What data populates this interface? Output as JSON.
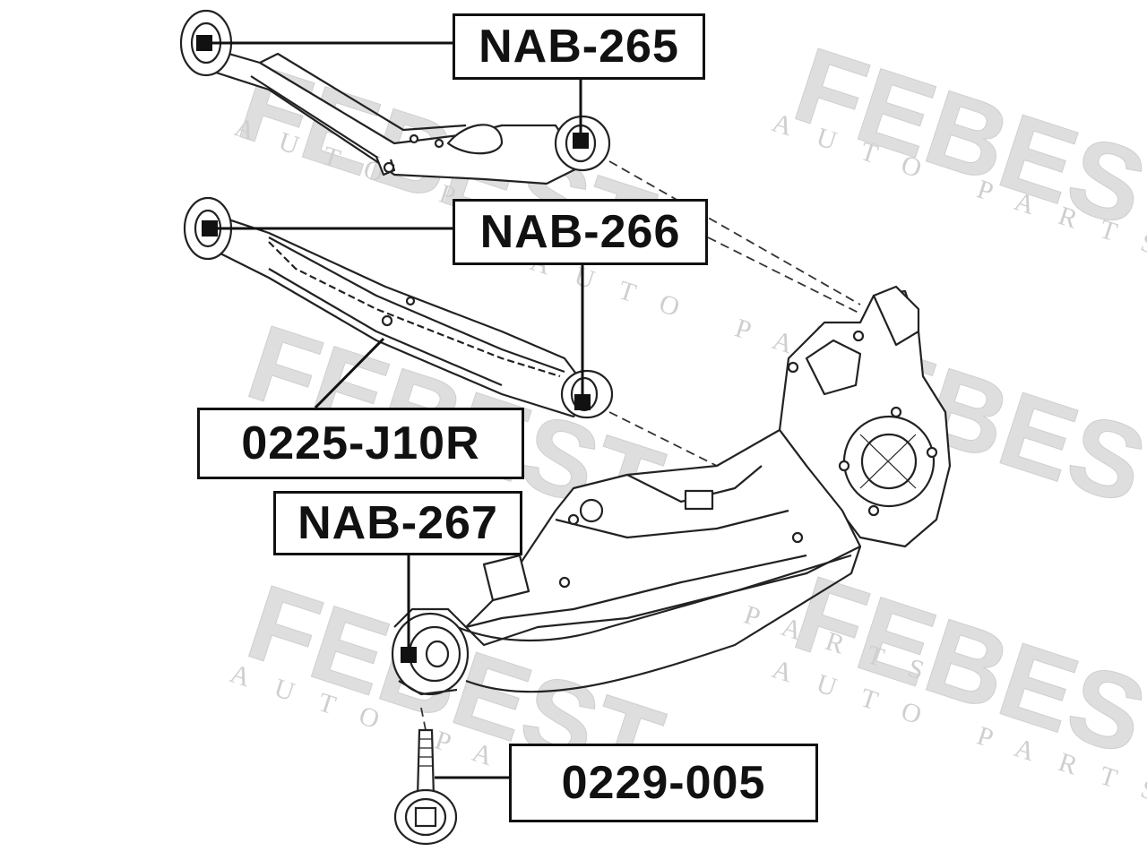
{
  "watermark": {
    "brand": "FEBEST",
    "tagline": "AUTO PARTS",
    "color": "#d9d9d9"
  },
  "colors": {
    "line": "#222222",
    "marker": "#111111",
    "background": "#ffffff"
  },
  "labels": {
    "nab265": "NAB-265",
    "nab266": "NAB-266",
    "arm_0225": "0225-J10R",
    "nab267": "NAB-267",
    "bolt_0229": "0229-005"
  }
}
